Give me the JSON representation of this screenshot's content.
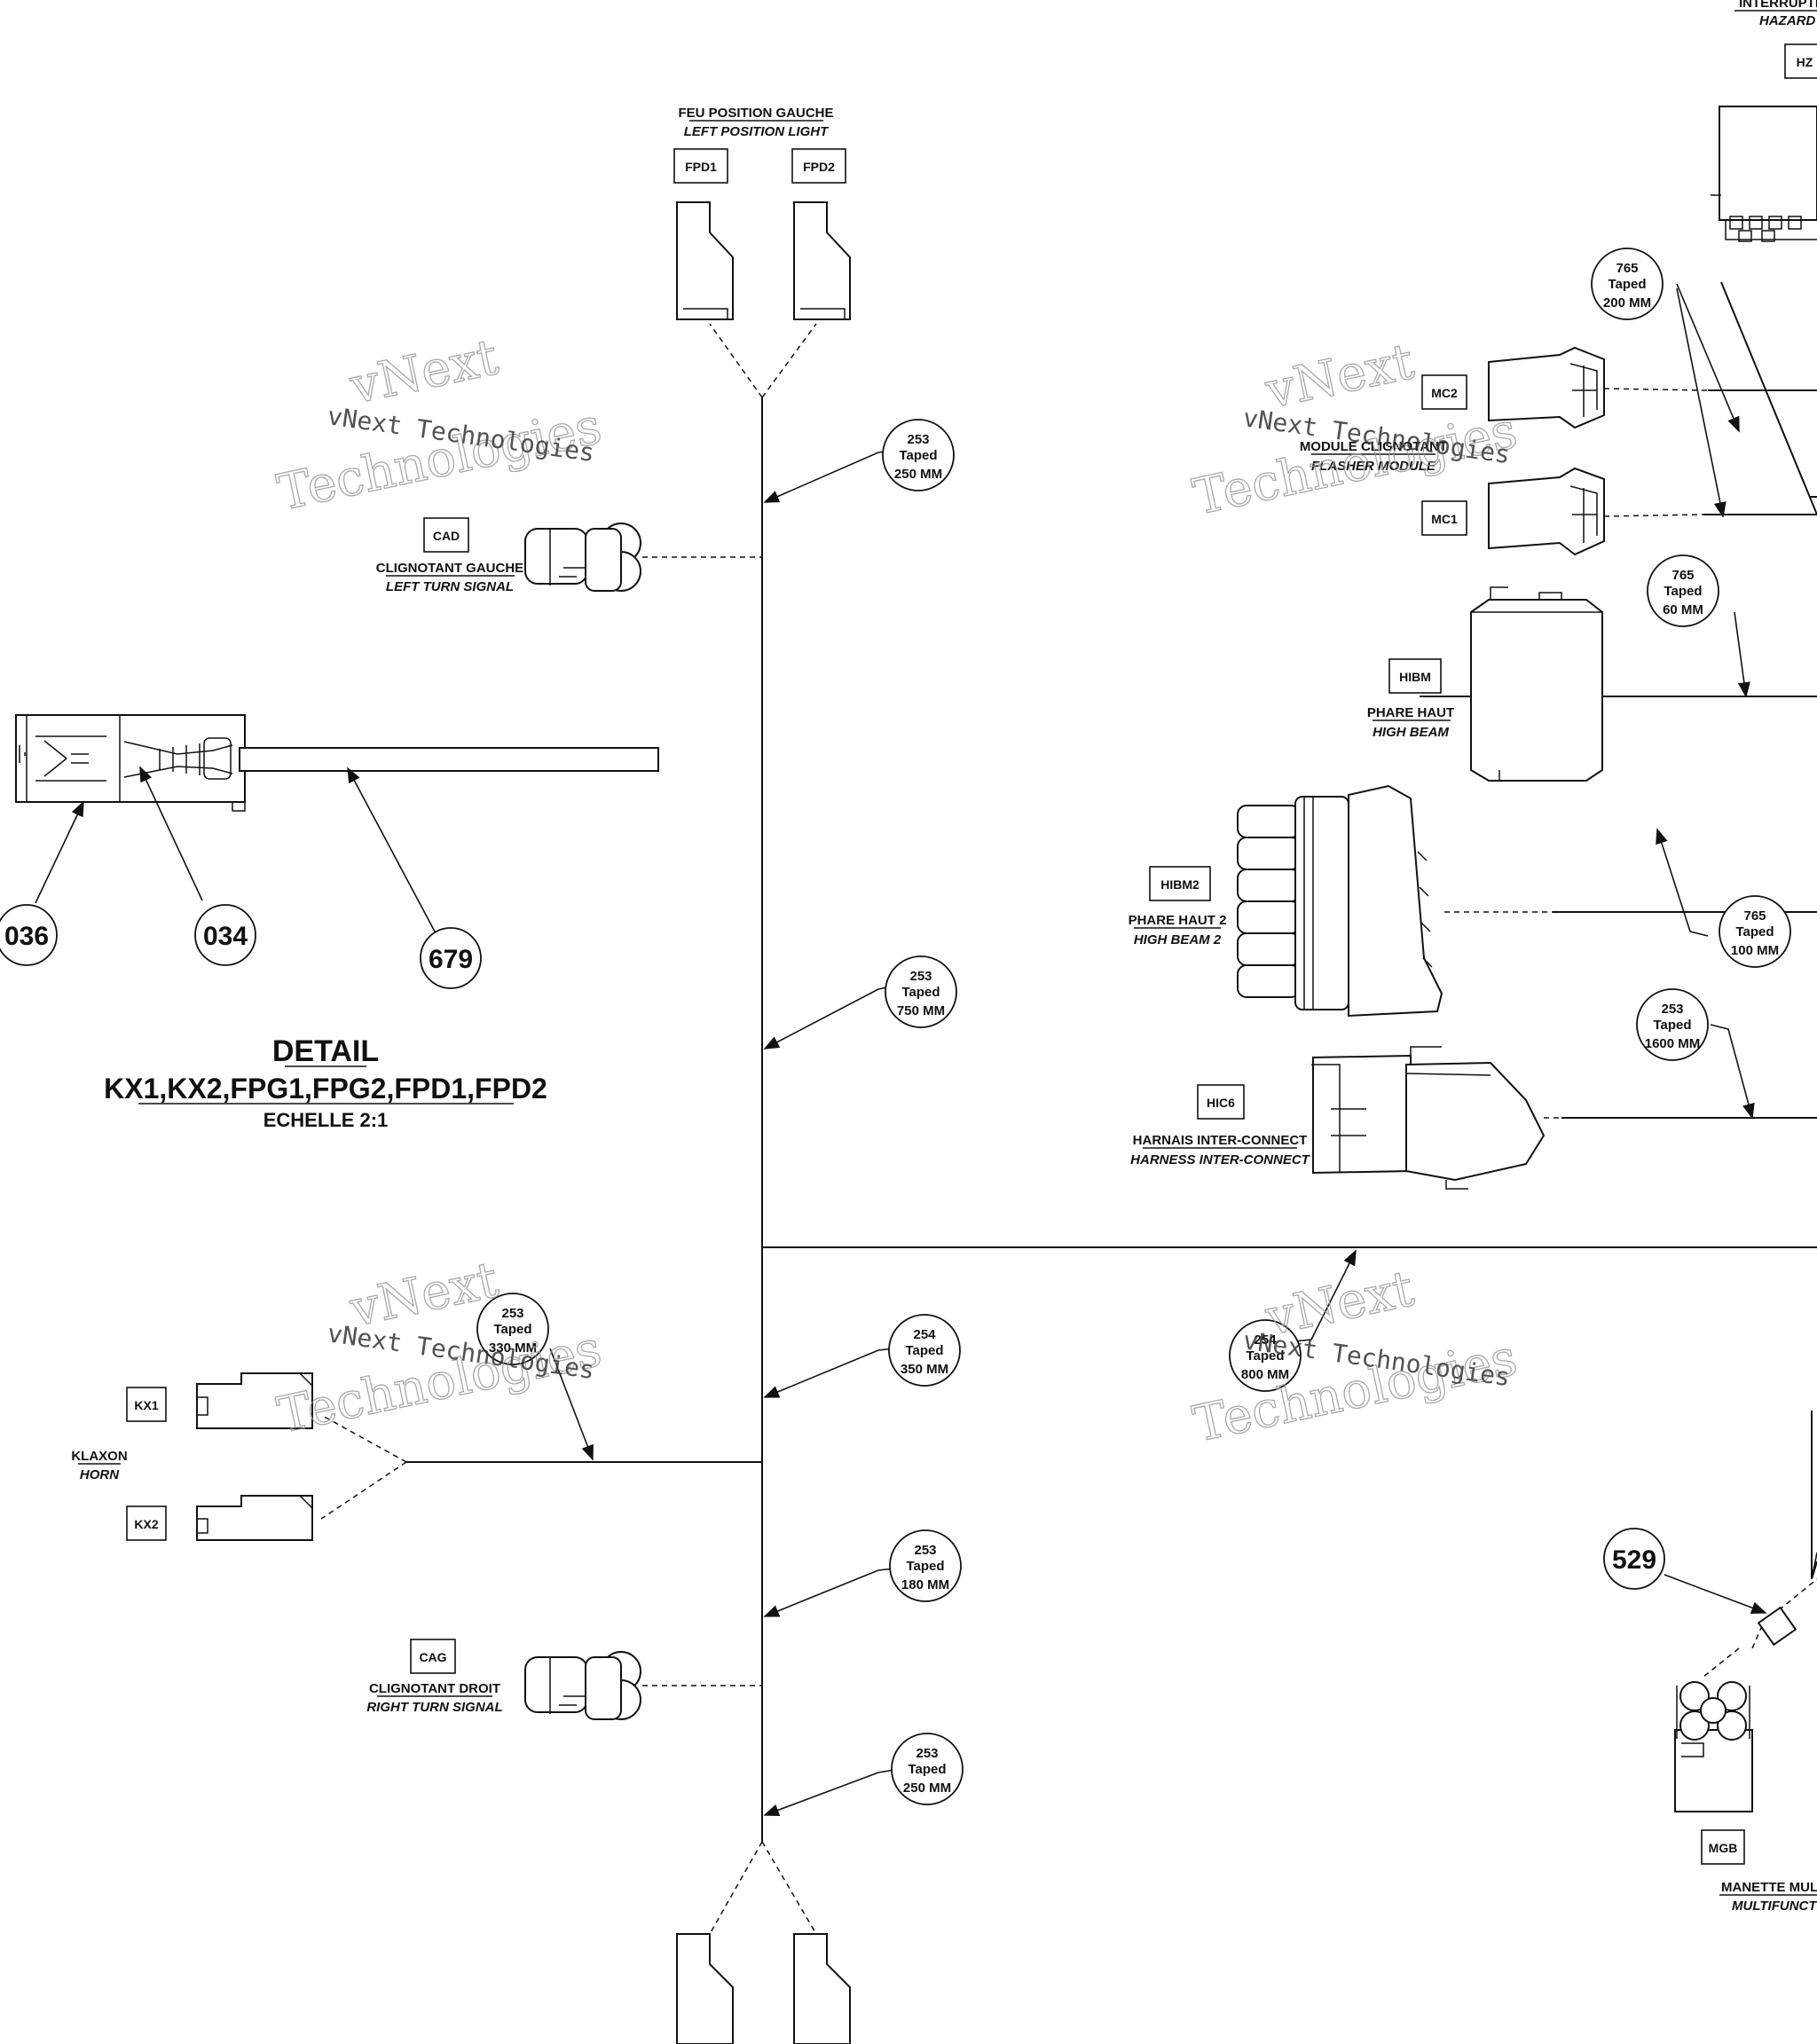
{
  "watermark": {
    "line1": "vNext",
    "line2": "Technologies",
    "full": "vNext Technologies"
  },
  "detail": {
    "title": "DETAIL",
    "subtitle": "KX1,KX2,FPG1,FPG2,FPD1,FPD2",
    "scale": "ECHELLE 2:1",
    "callouts": [
      "036",
      "034",
      "679"
    ]
  },
  "labels": {
    "left_position_fr": "FEU POSITION GAUCHE",
    "left_position_en": "LEFT POSITION LIGHT",
    "left_turn_fr": "CLIGNOTANT GAUCHE",
    "left_turn_en": "LEFT TURN SIGNAL",
    "horn_fr": "KLAXON",
    "horn_en": "HORN",
    "right_turn_fr": "CLIGNOTANT DROIT",
    "right_turn_en": "RIGHT TURN SIGNAL",
    "flasher_fr": "MODULE CLIGNOTANT",
    "flasher_en": "FLASHER MODULE",
    "high_beam_fr": "PHARE HAUT",
    "high_beam_en": "HIGH BEAM",
    "high_beam2_fr": "PHARE HAUT 2",
    "high_beam2_en": "HIGH BEAM 2",
    "harness_fr": "HARNAIS INTER-CONNECT",
    "harness_en": "HARNESS INTER-CONNECT",
    "hazard_fr": "INTERRUPTEUR",
    "hazard_en": "HAZARD S",
    "multi_fr": "MANETTE MULTI",
    "multi_en": "MULTIFUNCTIO"
  },
  "connectors": {
    "fpd1": "FPD1",
    "fpd2": "FPD2",
    "cad": "CAD",
    "kx1": "KX1",
    "kx2": "KX2",
    "cag": "CAG",
    "mc2": "MC2",
    "mc1": "MC1",
    "hibm": "HIBM",
    "hibm2": "HIBM2",
    "hic6": "HIC6",
    "hz": "HZ",
    "mgb": "MGB"
  },
  "bubbles": {
    "b1": {
      "code": "253",
      "type": "Taped",
      "len": "250 MM"
    },
    "b2": {
      "code": "253",
      "type": "Taped",
      "len": "750 MM"
    },
    "b3": {
      "code": "253",
      "type": "Taped",
      "len": "330 MM"
    },
    "b4": {
      "code": "254",
      "type": "Taped",
      "len": "350 MM"
    },
    "b5": {
      "code": "253",
      "type": "Taped",
      "len": "180 MM"
    },
    "b6": {
      "code": "253",
      "type": "Taped",
      "len": "250 MM"
    },
    "b7": {
      "code": "765",
      "type": "Taped",
      "len": "200 MM"
    },
    "b8": {
      "code": "765",
      "type": "Taped",
      "len": "60 MM"
    },
    "b9": {
      "code": "765",
      "type": "Taped",
      "len": "100 MM"
    },
    "b10": {
      "code": "253",
      "type": "Taped",
      "len": "1600 MM"
    },
    "b11": {
      "code": "254",
      "type": "Taped",
      "len": "800 MM"
    }
  },
  "callout_529": "529"
}
